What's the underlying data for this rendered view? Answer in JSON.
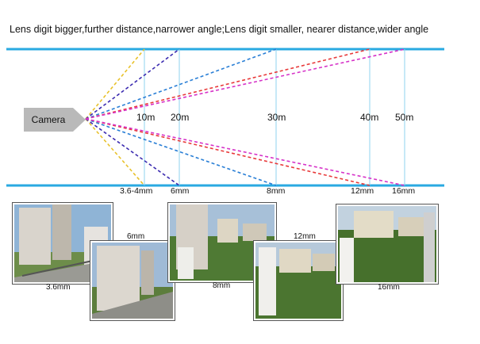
{
  "title": "Lens digit bigger,further distance,narrower angle;Lens digit smaller, nearer distance,wider angle",
  "camera_label": "Camera",
  "distances": [
    "10m",
    "20m",
    "30m",
    "40m",
    "50m"
  ],
  "lens_labels": [
    "3.6-4mm",
    "6mm",
    "8mm",
    "12mm",
    "16mm"
  ],
  "photo_labels": [
    "3.6mm",
    "6mm",
    "8mm",
    "12mm",
    "16mm"
  ],
  "colors": {
    "rails": "#29a9e1",
    "3.6mm": "#e8c12a",
    "6mm": "#3b2bb0",
    "8mm": "#2a7fd6",
    "12mm": "#e83a3a",
    "16mm": "#d632c8",
    "guides": "#8fd3ef"
  },
  "icons": [
    "camera-icon"
  ]
}
